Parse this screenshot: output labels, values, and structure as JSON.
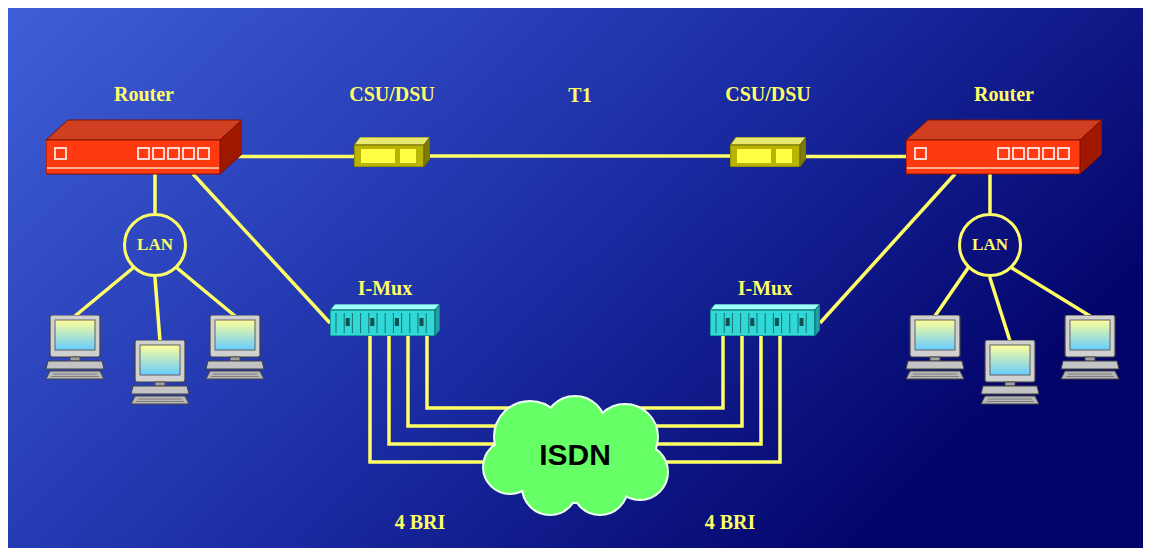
{
  "diagram": {
    "nodes": [
      {
        "text": [
          "Router"
        ]
      },
      {
        "text": [
          "CSU/DSU"
        ]
      },
      {
        "text": [
          "CSU/DSU"
        ]
      },
      {
        "text": [
          "Router"
        ]
      },
      {
        "text": [
          "LAN"
        ]
      },
      {
        "text": [
          "I-Mux"
        ]
      },
      {
        "text": [
          "I-Mux"
        ]
      },
      {
        "text": [
          "LAN"
        ]
      },
      {
        "text": [
          "ISDN"
        ]
      }
    ],
    "edges": [
      {
        "from": 0,
        "to": 1,
        "arrow": "none"
      },
      {
        "from": 1,
        "to": 2,
        "label": "T1",
        "arrow": "none"
      },
      {
        "from": 2,
        "to": 3,
        "arrow": "none"
      },
      {
        "from": 0,
        "to": 4,
        "arrow": "none"
      },
      {
        "from": 0,
        "to": 5,
        "arrow": "none"
      },
      {
        "from": 3,
        "to": 7,
        "arrow": "none"
      },
      {
        "from": 3,
        "to": 6,
        "arrow": "none"
      },
      {
        "from": 5,
        "to": 8,
        "arrow": "none"
      },
      {
        "from": 5,
        "to": 8,
        "arrow": "none"
      },
      {
        "from": 5,
        "to": 8,
        "arrow": "none"
      },
      {
        "from": 5,
        "to": 8,
        "arrow": "none"
      },
      {
        "from": 6,
        "to": 8,
        "arrow": "none"
      },
      {
        "from": 6,
        "to": 8,
        "arrow": "none"
      },
      {
        "from": 6,
        "to": 8,
        "arrow": "none"
      },
      {
        "from": 6,
        "to": 8,
        "arrow": "none"
      }
    ],
    "labels": [
      "4 BRI",
      "4 BRI"
    ]
  }
}
